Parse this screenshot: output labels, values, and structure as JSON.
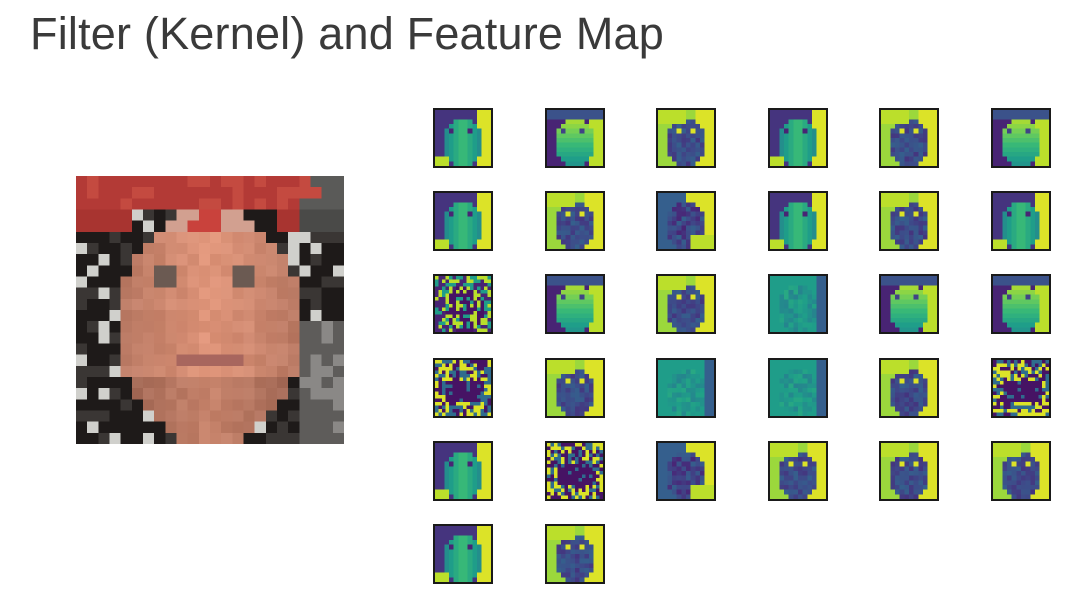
{
  "title": "Filter (Kernel) and Feature Map",
  "source_image": {
    "alt": "pixelated input face image"
  },
  "feature_maps": {
    "rows": 6,
    "cols": 6,
    "count": 32,
    "colormap": "viridis",
    "styles": [
      "A",
      "B",
      "C",
      "A",
      "C",
      "B",
      "A",
      "C",
      "D",
      "A",
      "C",
      "A",
      "E",
      "B",
      "C",
      "F",
      "B",
      "B",
      "G",
      "C",
      "F",
      "F",
      "C",
      "G",
      "A",
      "G",
      "D",
      "C",
      "C",
      "C",
      "A",
      "C"
    ]
  }
}
